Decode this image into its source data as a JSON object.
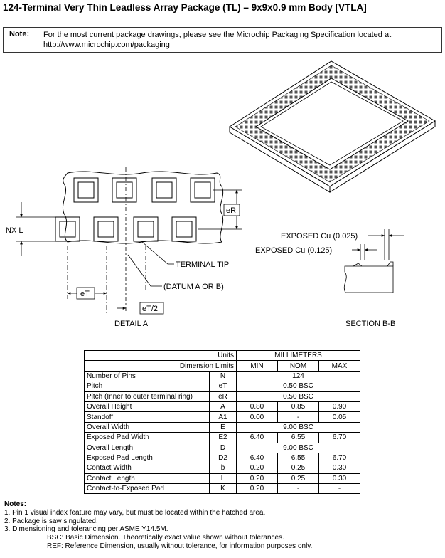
{
  "title": "124-Terminal Very Thin Leadless Array Package (TL) – 9x9x0.9 mm Body [VTLA]",
  "note": {
    "label": "Note:",
    "text": "For the most current package drawings, please see the Microchip Packaging Specification located at http://www.microchip.com/packaging"
  },
  "drawing": {
    "nxl": "NX L",
    "er": "eR",
    "et": "eT",
    "et2": "eT/2",
    "terminal_tip": "TERMINAL TIP",
    "datum": "(DATUM A OR B)",
    "detail_a": "DETAIL A",
    "exposed_cu_1": "EXPOSED Cu (0.025)",
    "exposed_cu_2": "EXPOSED Cu (0.125)",
    "section_bb": "SECTION B-B"
  },
  "table": {
    "units_label": "Units",
    "units_value": "MILLIMETERS",
    "limits_label": "Dimension Limits",
    "min": "MIN",
    "nom": "NOM",
    "max": "MAX",
    "rows": [
      {
        "param": "Number of Pins",
        "sym": "N",
        "span": "124"
      },
      {
        "param": "Pitch",
        "sym": "eT",
        "span": "0.50 BSC"
      },
      {
        "param": "Pitch (Inner to outer terminal ring)",
        "sym": "eR",
        "span": "0.50 BSC"
      },
      {
        "param": "Overall Height",
        "sym": "A",
        "min": "0.80",
        "nom": "0.85",
        "max": "0.90"
      },
      {
        "param": "Standoff",
        "sym": "A1",
        "min": "0.00",
        "nom": "-",
        "max": "0.05"
      },
      {
        "param": "Overall Width",
        "sym": "E",
        "span": "9.00 BSC"
      },
      {
        "param": "Exposed Pad Width",
        "sym": "E2",
        "min": "6.40",
        "nom": "6.55",
        "max": "6.70"
      },
      {
        "param": "Overall Length",
        "sym": "D",
        "span": "9.00 BSC"
      },
      {
        "param": "Exposed Pad Length",
        "sym": "D2",
        "min": "6.40",
        "nom": "6.55",
        "max": "6.70"
      },
      {
        "param": "Contact Width",
        "sym": "b",
        "min": "0.20",
        "nom": "0.25",
        "max": "0.30"
      },
      {
        "param": "Contact Length",
        "sym": "L",
        "min": "0.20",
        "nom": "0.25",
        "max": "0.30"
      },
      {
        "param": "Contact-to-Exposed Pad",
        "sym": "K",
        "min": "0.20",
        "nom": "-",
        "max": "-"
      }
    ]
  },
  "notes": {
    "heading": "Notes:",
    "items": [
      "1.  Pin 1 visual index feature may vary, but must be located within the hatched area.",
      "2.  Package is saw singulated.",
      "3.  Dimensioning and tolerancing per ASME Y14.5M."
    ],
    "bsc": "BSC: Basic Dimension. Theoretically exact value shown without tolerances.",
    "ref": "REF: Reference Dimension, usually without tolerance, for information purposes only."
  }
}
